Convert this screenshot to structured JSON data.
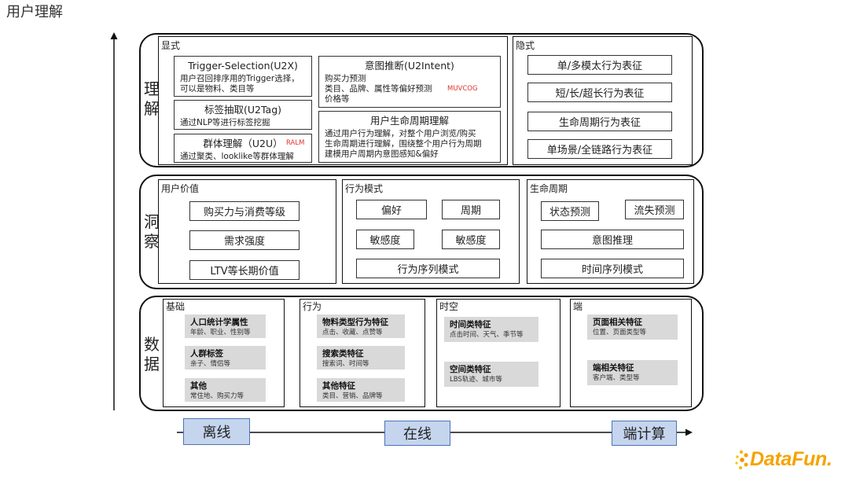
{
  "title": "用户理解",
  "understanding": {
    "label": "理解",
    "explicit": {
      "header": "显式",
      "u2x": {
        "title": "Trigger-Selection(U2X)",
        "lines": [
          "用户召回排序用的Trigger选择，",
          "可以是物料、类目等"
        ]
      },
      "u2tag": {
        "title": "标签抽取(U2Tag)",
        "lines": [
          "通过NLP等进行标签挖掘"
        ]
      },
      "u2u": {
        "title": "群体理解（U2U）",
        "tag": "RALM",
        "lines": [
          "通过聚类、looklike等群体理解"
        ]
      },
      "u2intent": {
        "title": "意图推断(U2Intent)",
        "tag": "MUVCOG",
        "lines": [
          "购买力预测",
          "类目、品牌、属性等偏好预测",
          "价格等"
        ]
      },
      "lifecycle": {
        "title": "用户生命周期理解",
        "lines": [
          "通过用户行为理解，对整个用户浏览/购买",
          "生命周期进行理解，围绕整个用户行为周期",
          "建模用户周期内意图感知&偏好"
        ]
      }
    },
    "implicit": {
      "header": "隐式",
      "items": [
        "单/多模太行为表征",
        "短/长/超长行为表征",
        "生命周期行为表征",
        "单场景/全链路行为表征"
      ]
    }
  },
  "insight": {
    "label": "洞察",
    "user_value": {
      "header": "用户价值",
      "items": [
        "购买力与消费等级",
        "需求强度",
        "LTV等长期价值"
      ]
    },
    "behavior_pattern": {
      "header": "行为模式",
      "items": [
        "偏好",
        "周期",
        "敏感度",
        "敏感度",
        "行为序列模式"
      ]
    },
    "lifecycle": {
      "header": "生命周期",
      "items": [
        "状态预测",
        "流失预测",
        "意图推理",
        "时间序列模式"
      ]
    }
  },
  "data": {
    "label": "数据",
    "basic": {
      "header": "基础",
      "features": [
        {
          "title": "人口统计学属性",
          "desc": "年龄、职业、性别等"
        },
        {
          "title": "人群标签",
          "desc": "亲子、情侣等"
        },
        {
          "title": "其他",
          "desc": "常住地、购买力等"
        }
      ]
    },
    "behavior": {
      "header": "行为",
      "features": [
        {
          "title": "物料类型行为特征",
          "desc": "点击、收藏、点赞等"
        },
        {
          "title": "搜索类特征",
          "desc": "搜索词、时间等"
        },
        {
          "title": "其他特征",
          "desc": "类目、营销、品牌等"
        }
      ]
    },
    "spacetime": {
      "header": "时空",
      "features": [
        {
          "title": "时间类特征",
          "desc": "点击时间、天气、季节等"
        },
        {
          "title": "空间类特征",
          "desc": "LBS轨迹、城市等"
        }
      ]
    },
    "device": {
      "header": "端",
      "features": [
        {
          "title": "页面相关特征",
          "desc": "位置、页面类型等"
        },
        {
          "title": "端相关特征",
          "desc": "客户端、类型等"
        }
      ]
    }
  },
  "stages": [
    "离线",
    "在线",
    "端计算"
  ],
  "logo": {
    "text": "DataFun.",
    "icon": "datafun-dots-icon"
  },
  "colors": {
    "stage_fill": "#c5d5ee",
    "stage_border": "#4a72b8",
    "feature_fill": "#d9d9d9",
    "tag_red": "#e0322f",
    "logo_orange": "#f5a300"
  }
}
